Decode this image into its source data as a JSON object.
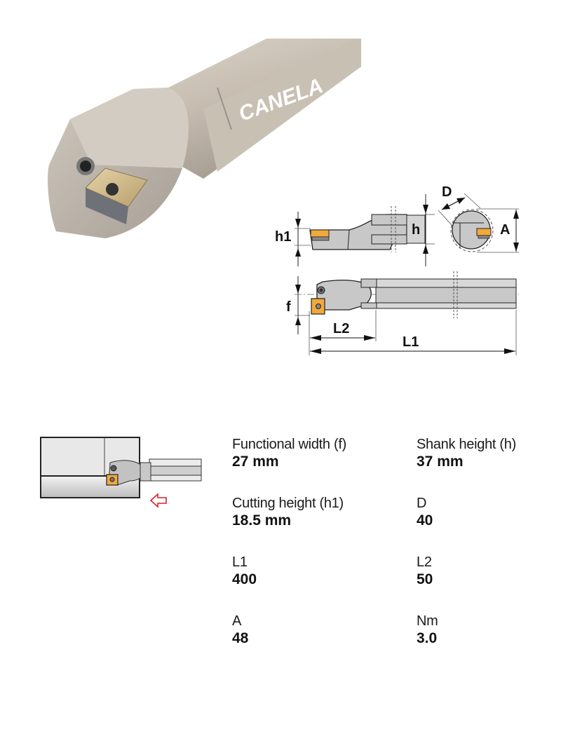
{
  "product_photo": {
    "brand": "CANELA",
    "alt": "boring bar with square insert"
  },
  "diagram": {
    "labels": {
      "h1": "h1",
      "h": "h",
      "D": "D",
      "A": "A",
      "f": "f",
      "L2": "L2",
      "L1": "L1"
    },
    "colors": {
      "insert": "#f2a93b",
      "body": "#c8c8c8",
      "outline": "#222222",
      "arrow": "#d8202f"
    }
  },
  "specs": [
    {
      "label": "Functional width (f)",
      "value": "27 mm"
    },
    {
      "label": "Shank height (h)",
      "value": "37 mm"
    },
    {
      "label": "Cutting height (h1)",
      "value": "18.5 mm"
    },
    {
      "label": "D",
      "value": "40"
    },
    {
      "label": "L1",
      "value": "400"
    },
    {
      "label": "L2",
      "value": "50"
    },
    {
      "label": "A",
      "value": "48"
    },
    {
      "label": "Nm",
      "value": "3.0"
    }
  ]
}
